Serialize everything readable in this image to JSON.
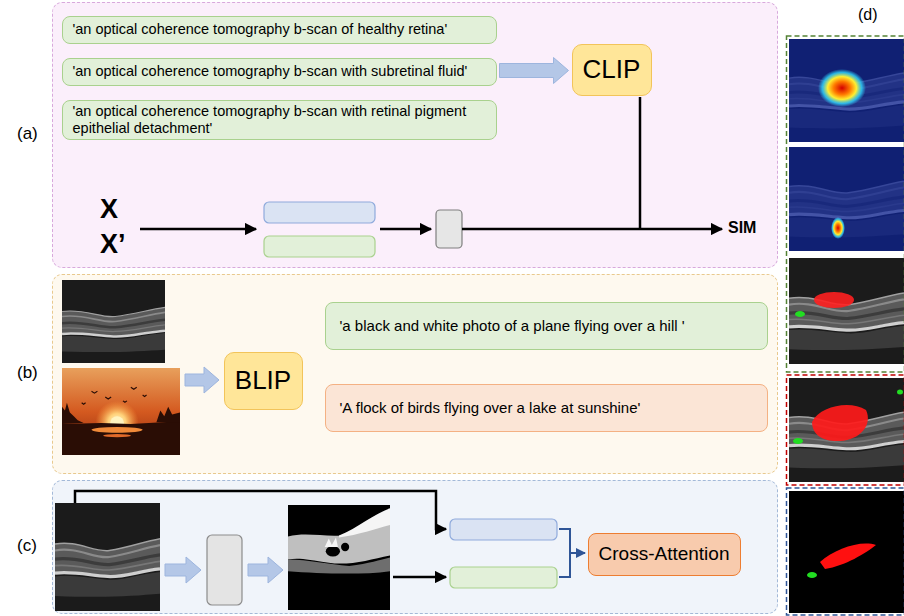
{
  "diagram": {
    "nodes": [
      {
        "text": [
          "(a)"
        ]
      },
      {
        "text": [
          "'an optical coherence tomography b-scan of healthy retina'"
        ],
        "in": 0
      },
      {
        "text": [
          "'an optical coherence tomography b-scan with subretinal fluid'"
        ],
        "in": 0
      },
      {
        "text": [
          "'an optical coherence tomography b-scan with retinal pigment epithelial detachment'"
        ],
        "in": 0
      },
      {
        "text": [
          "CLIP"
        ],
        "in": 0
      },
      {
        "text": [
          "(b)"
        ]
      },
      {
        "text": [
          "BLIP"
        ],
        "in": 5
      },
      {
        "text": [
          "'a black and white photo of a plane flying over a hill '"
        ],
        "in": 5
      },
      {
        "text": [
          "'A flock of birds flying over a lake at sunshine'"
        ],
        "in": 5
      },
      {
        "text": [
          "(c)"
        ]
      },
      {
        "text": [
          "Cross-Attention"
        ],
        "in": 9
      }
    ],
    "edges": [
      {
        "from": 2,
        "to": 4,
        "arrow": "to"
      }
    ],
    "labels": [
      "X",
      "X’",
      "SIM",
      "(d)"
    ]
  }
}
